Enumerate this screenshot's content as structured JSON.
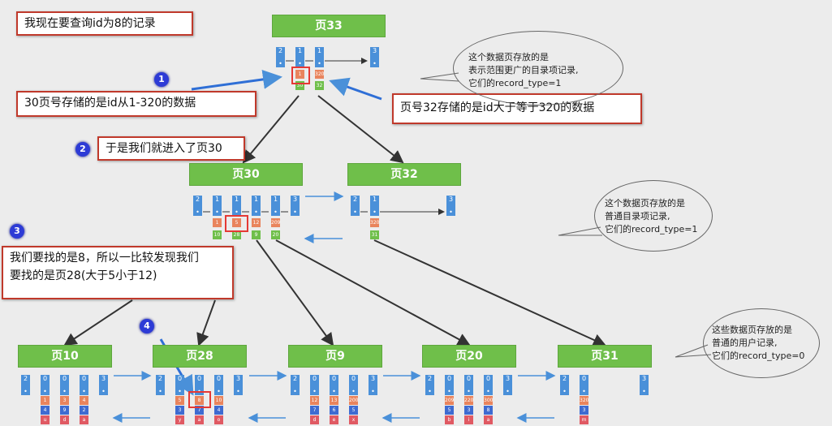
{
  "title_note": "我现在要查询id为8的记录",
  "callouts": {
    "c1": "30页号存储的是id从1-320的数据",
    "c1b": "页号32存储的是id大于等于320的数据",
    "c2": "于是我们就进入了页30",
    "c3_line1": "我们要找的是8，所以一比较发现我们",
    "c3_line2": "要找的是页28(大于5小于12)"
  },
  "steps": [
    "1",
    "2",
    "3",
    "4"
  ],
  "bubbles": {
    "b1": [
      "这个数据页存放的是",
      "表示范围更广的目录项记录,",
      "它们的record_type=1"
    ],
    "b2": [
      "这个数据页存放的是",
      "普通目录项记录,",
      "它们的record_type=1"
    ],
    "b3": [
      "这些数据页存放的是",
      "普通的用户记录,",
      "它们的record_type=0"
    ]
  },
  "pages": {
    "p33": "页33",
    "p30": "页30",
    "p32": "页32",
    "p10": "页10",
    "p28": "页28",
    "p9": "页9",
    "p20": "页20",
    "p31": "页31"
  },
  "page33_records": {
    "types": [
      "2",
      "1",
      "1",
      "3"
    ],
    "keys": [
      "1",
      "320"
    ],
    "pages": [
      "30",
      "32"
    ]
  },
  "page30_records": {
    "types": [
      "2",
      "1",
      "1",
      "1",
      "1",
      "3"
    ],
    "keys": [
      "1",
      "5",
      "12",
      "209"
    ],
    "pages": [
      "10",
      "28",
      "9",
      "20"
    ]
  },
  "page32_records": {
    "types": [
      "2",
      "1",
      "3"
    ],
    "keys": [
      "320"
    ],
    "pages": [
      "31"
    ]
  },
  "leaf10": {
    "types": [
      "2",
      "0",
      "0",
      "0",
      "3"
    ],
    "ids": [
      "1",
      "3",
      "4"
    ],
    "c2": [
      "4",
      "9",
      "2"
    ],
    "c3": [
      "u",
      "d",
      "a"
    ]
  },
  "leaf28": {
    "types": [
      "2",
      "0",
      "0",
      "0",
      "3"
    ],
    "ids": [
      "5",
      "8",
      "10"
    ],
    "c2": [
      "3",
      "7",
      "4"
    ],
    "c3": [
      "y",
      "a",
      "o"
    ]
  },
  "leaf9": {
    "types": [
      "2",
      "0",
      "0",
      "0",
      "3"
    ],
    "ids": [
      "12",
      "13",
      "200"
    ],
    "c2": [
      "7",
      "6",
      "5"
    ],
    "c3": [
      "d",
      "e",
      "x"
    ]
  },
  "leaf20": {
    "types": [
      "2",
      "0",
      "0",
      "0",
      "3"
    ],
    "ids": [
      "209",
      "220",
      "300"
    ],
    "c2": [
      "5",
      "3",
      "8"
    ],
    "c3": [
      "b",
      "i",
      "a"
    ]
  },
  "leaf31": {
    "types": [
      "2",
      "0",
      "3"
    ],
    "ids": [
      "320"
    ],
    "c2": [
      "3"
    ],
    "c3": [
      "m"
    ]
  },
  "colors": {
    "record": "#4a90d9",
    "page": "#6fbf4a",
    "key": "#e9845d",
    "highlight": "#e53935",
    "note_border": "#c0392b"
  }
}
